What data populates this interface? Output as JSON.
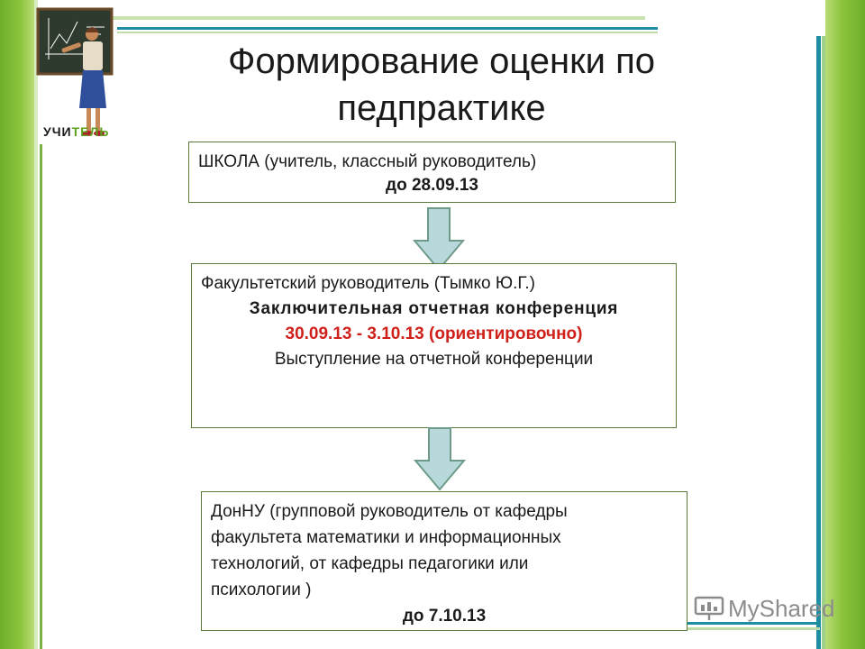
{
  "slide": {
    "title_line1": "Формирование оценки по",
    "title_line2": "педпрактике",
    "logo_label_prefix": "УЧИ",
    "logo_label_suffix": "ТЕЛЬ"
  },
  "boxes": {
    "school": {
      "line1": "ШКОЛА (учитель, классный руководитель)",
      "deadline": "до 28.09.13"
    },
    "faculty": {
      "line1": "Факультетский руководитель (Тымко Ю.Г.)",
      "line2": "Заключительная отчетная конференция",
      "dates": "30.09.13 - 3.10.13 (ориентировочно)",
      "line4": "Выступление на отчетной конференции"
    },
    "donnu": {
      "line1": "ДонНУ (групповой руководитель от кафедры",
      "line2": "факультета математики и информационных",
      "line3": "технологий, от кафедры педагогики или",
      "line4": "психологии )",
      "deadline": "до 7.10.13"
    }
  },
  "watermark": {
    "text": "MyShared"
  },
  "colors": {
    "accent_green": "#8cc43c",
    "accent_teal": "#1f8ea3",
    "arrow_fill": "#b7d9db",
    "arrow_stroke": "#6f9a8a",
    "date_red": "#d0201a"
  }
}
